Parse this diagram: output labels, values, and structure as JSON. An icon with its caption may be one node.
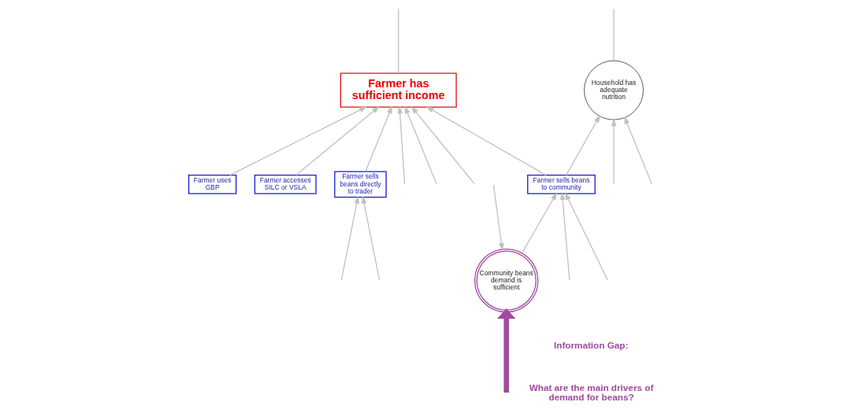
{
  "diagram": {
    "nodes": [
      {
        "text": [
          "Household has adequate nutrition"
        ]
      },
      {
        "text": [
          "Community beans demand is sufficient"
        ]
      },
      {
        "text": [
          "Farmer uses GBP"
        ]
      },
      {
        "text": [
          "Farmer accesses SILC or VSLA"
        ]
      },
      {
        "text": [
          "Farmer sells beans to community"
        ]
      },
      {
        "text": [
          "Farmer has sufficient income"
        ]
      },
      {
        "text": [
          "Farmer sells beans directly to trader"
        ]
      }
    ],
    "edges": [
      {
        "from": null,
        "to": 0,
        "arrow": "to"
      },
      {
        "from": null,
        "to": 0,
        "arrow": "to"
      },
      {
        "from": 0,
        "to": null,
        "arrow": "none"
      },
      {
        "from": null,
        "to": 1,
        "arrow": "to",
        "style": "thick",
        "color": "#a04a9f"
      },
      {
        "from": null,
        "to": 1,
        "arrow": "to"
      },
      {
        "from": 1,
        "to": 4,
        "arrow": "to"
      },
      {
        "from": 4,
        "to": 0,
        "arrow": "to"
      },
      {
        "from": 2,
        "to": 5,
        "arrow": "to"
      },
      {
        "from": 3,
        "to": 5,
        "arrow": "to"
      },
      {
        "from": null,
        "to": 5,
        "arrow": "to"
      },
      {
        "from": 4,
        "to": 5,
        "arrow": "to"
      },
      {
        "from": null,
        "to": 4,
        "arrow": "to"
      },
      {
        "from": null,
        "to": 4,
        "arrow": "to"
      },
      {
        "from": 6,
        "to": 5,
        "arrow": "to"
      },
      {
        "from": null,
        "to": 6,
        "arrow": "to"
      },
      {
        "from": null,
        "to": 6,
        "arrow": "to"
      },
      {
        "from": null,
        "to": 5,
        "arrow": "to"
      },
      {
        "from": null,
        "to": 5,
        "arrow": "to"
      },
      {
        "from": 5,
        "to": null,
        "arrow": "none"
      }
    ],
    "labels": [
      "Information Gap:",
      "What are the main drivers of demand for beans?"
    ]
  }
}
